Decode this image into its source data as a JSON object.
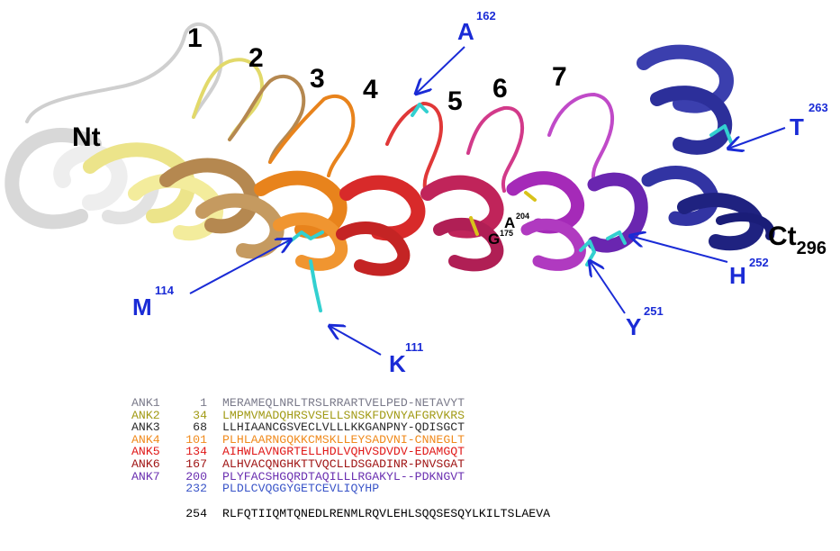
{
  "repeat_labels": [
    "1",
    "2",
    "3",
    "4",
    "5",
    "6",
    "7"
  ],
  "terminus": {
    "n": "Nt",
    "c": "Ct",
    "c_sub": "296"
  },
  "residues": [
    {
      "letter": "A",
      "sup": "162"
    },
    {
      "letter": "T",
      "sup": "263"
    },
    {
      "letter": "M",
      "sup": "114"
    },
    {
      "letter": "K",
      "sup": "111"
    },
    {
      "letter": "Y",
      "sup": "251"
    },
    {
      "letter": "H",
      "sup": "252"
    }
  ],
  "small_labels": [
    {
      "letter": "A",
      "sup": "204"
    },
    {
      "letter": "G",
      "sup": "175"
    }
  ],
  "colors": {
    "label_blue": "#1a2bd6",
    "ank1": "#7a7a8a",
    "ank2": "#a19a14",
    "ank3": "#2a2a2a",
    "ank4": "#f08a1c",
    "ank5": "#e01818",
    "ank6": "#a01515",
    "ank7": "#6a2fb0",
    "tail": "#3a55c8",
    "black": "#000000"
  },
  "alignment": [
    {
      "name": "ANK1",
      "num": "1",
      "seq": "MERAMEQLNRLTRSLRRARTVELPED-NETAVYT",
      "color": "#7a7a8a"
    },
    {
      "name": "ANK2",
      "num": "34",
      "seq": "LMPMVMADQHRSVSELLSNSKFDVNYAFGRVKRS",
      "color": "#a19a14"
    },
    {
      "name": "ANK3",
      "num": "68",
      "seq": "LLHIAANCGSVECLVLLLKKGANPNY-QDISGCT",
      "color": "#2a2a2a"
    },
    {
      "name": "ANK4",
      "num": "101",
      "seq": "PLHLAARNGQKKCMSKLLEYSADVNI-CNNEGLT",
      "color": "#f08a1c"
    },
    {
      "name": "ANK5",
      "num": "134",
      "seq": "AIHWLAVNGRTELLHDLVQHVSDVDV-EDAMGQT",
      "color": "#e01818"
    },
    {
      "name": "ANK6",
      "num": "167",
      "seq": "ALHVACQNGHKTTVQCLLDSGADINR-PNVSGAT",
      "color": "#a01515"
    },
    {
      "name": "ANK7",
      "num": "200",
      "seq": "PLYFACSHGQRDTAQILLLRGAKYL--PDKNGVT",
      "color": "#6a2fb0"
    },
    {
      "name": "",
      "num": "232",
      "seq": "PLDLCVQGGYGETCEVLIQYHP",
      "color": "#3a55c8"
    }
  ],
  "alignment_tail": {
    "num": "254",
    "seq": "RLFQTIIQMTQNEDLRENMLRQVLEHLSQQSESQYLKILTSLAEVA",
    "color": "#000000"
  }
}
